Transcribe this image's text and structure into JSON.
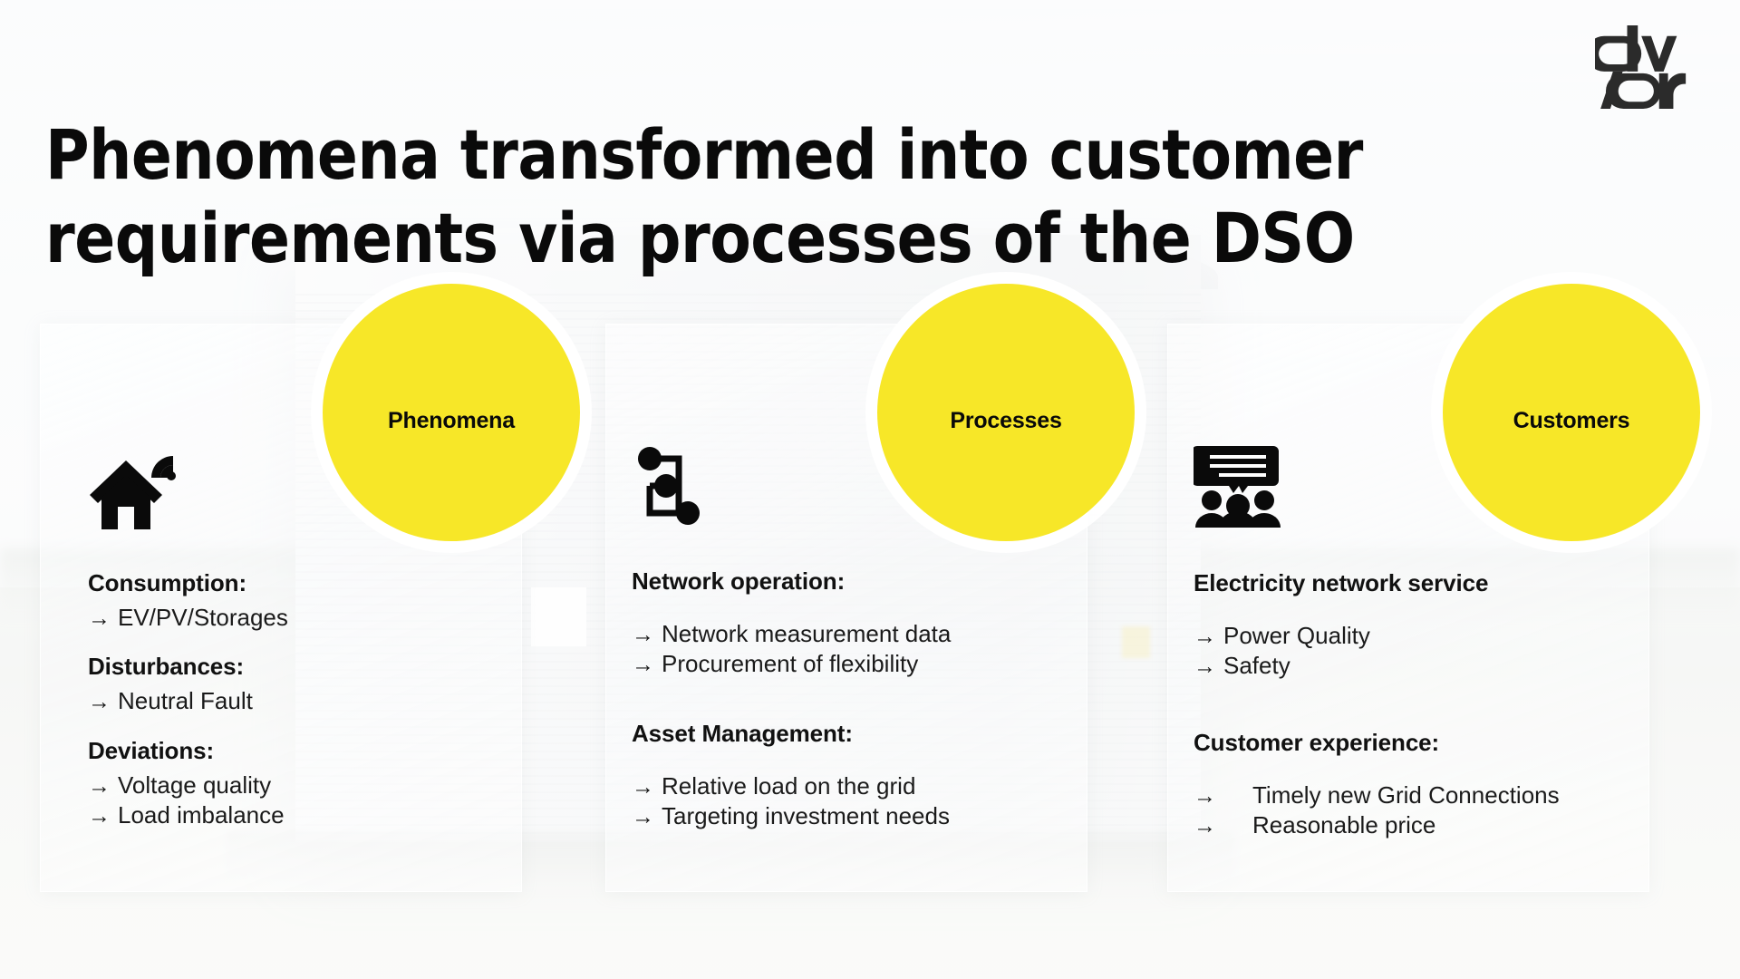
{
  "brand": {
    "logo_name": "advian-logo",
    "accent_yellow": "#F7E728",
    "text_color": "#0A0A0A"
  },
  "title": {
    "line1": "Phenomena transformed into customer",
    "line2": "requirements via processes of the DSO"
  },
  "columns": [
    {
      "badge_label": "Phenomena",
      "icon": "house-wifi-icon",
      "groups": [
        {
          "heading": "Consumption",
          "colon": ":",
          "items": [
            "EV/PV/Storages"
          ]
        },
        {
          "heading": "Disturbances",
          "colon": ":",
          "items": [
            "Neutral Fault"
          ]
        },
        {
          "heading": "Deviations",
          "colon": ":",
          "items": [
            "Voltage quality",
            "Load imbalance"
          ]
        }
      ]
    },
    {
      "badge_label": "Processes",
      "icon": "network-nodes-icon",
      "groups": [
        {
          "heading": "Network operation",
          "colon": ":",
          "items": [
            "Network measurement data",
            "Procurement of flexibility"
          ]
        },
        {
          "heading": "Asset Management",
          "colon": ":",
          "items": [
            "Relative load on the grid",
            "Targeting investment needs"
          ]
        }
      ]
    },
    {
      "badge_label": "Customers",
      "icon": "customers-speech-icon",
      "groups": [
        {
          "heading": "Electricity network service",
          "colon": "",
          "items": [
            "Power Quality",
            "Safety"
          ]
        },
        {
          "heading": "Customer experience",
          "colon": ":",
          "items": [
            "Timely new Grid Connections",
            "Reasonable price"
          ]
        }
      ]
    }
  ],
  "arrow_glyph": "→"
}
